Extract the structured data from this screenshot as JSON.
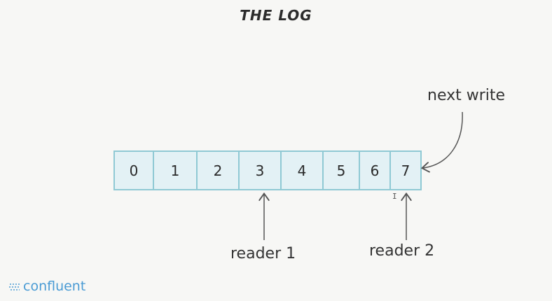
{
  "diagram": {
    "title": "THE LOG",
    "cells": [
      "0",
      "1",
      "2",
      "3",
      "4",
      "5",
      "6",
      "7"
    ],
    "labels": {
      "next_write": "next write",
      "reader1": "reader 1",
      "reader2": "reader 2"
    }
  },
  "brand": {
    "logo_text": "confluent"
  },
  "colors": {
    "cell_fill": "#e3f1f5",
    "cell_border": "#8fc9d4",
    "logo": "#4a9bd4",
    "background": "#f7f7f5"
  }
}
